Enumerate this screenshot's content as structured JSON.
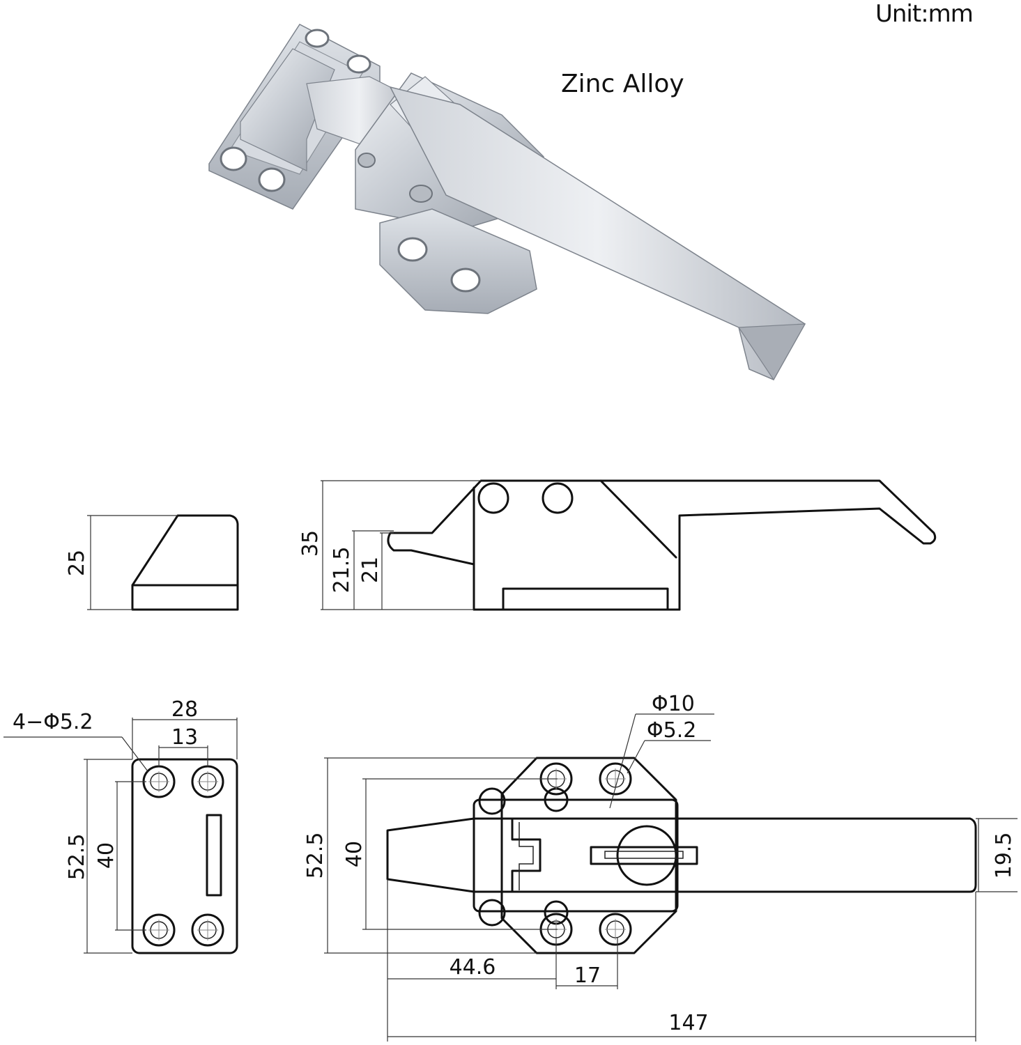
{
  "header": {
    "unit_label": "Unit:mm",
    "material_label": "Zinc Alloy"
  },
  "dimensions": {
    "side_strike_height": "25",
    "side_overall_height": "35",
    "side_hook_height_outer": "21.5",
    "side_hook_height_inner": "21",
    "strike_hole_spec": "4−Φ5.2",
    "strike_width_overall": "28",
    "strike_hole_pitch_x": "13",
    "strike_height_overall": "52.5",
    "strike_hole_pitch_y": "40",
    "latch_pivot_dia": "Φ10",
    "latch_hole_dia": "Φ5.2",
    "latch_height_overall": "52.5",
    "latch_hole_pitch_y": "40",
    "latch_handle_width": "19.5",
    "latch_offset_to_hole": "44.6",
    "latch_hole_pitch_x": "17",
    "latch_length_overall": "147"
  },
  "colors": {
    "metal_light": "#e4e7eb",
    "metal_mid": "#b9bec6",
    "metal_dark": "#8d939c",
    "line": "#111111"
  }
}
